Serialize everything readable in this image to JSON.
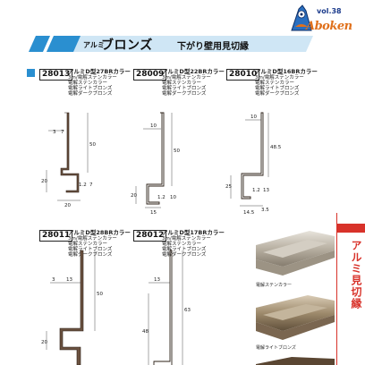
{
  "header": {
    "vol": "vol.38",
    "brand": "Aboken",
    "title_prefix": "アルミ",
    "title_main": "ブロンズ",
    "title_sub": "下がり壁用見切縁"
  },
  "sidebar": {
    "label": "アルミ見切縁"
  },
  "colors": {
    "accent_red": "#d8322a",
    "banner_blue": "#2a8fd0",
    "bronze": "#6b5240"
  },
  "products": [
    {
      "code": "28013",
      "type": "アルミD型27BRカラー",
      "specs": [
        "3m/電解ステンカラー",
        "電解ステンカラー",
        "電解ライトブロンズ",
        "電解ダークブロンズ"
      ],
      "dims": [
        "3",
        "7",
        "50",
        "20",
        "1.2",
        "7",
        "20"
      ]
    },
    {
      "code": "28009",
      "type": "アルミD型22BRカラー",
      "specs": [
        "3m/電解ステンカラー",
        "電解ステンカラー",
        "電解ライトブロンズ",
        "電解ダークブロンズ"
      ],
      "dims": [
        "10",
        "50",
        "20",
        "1.2",
        "10",
        "15"
      ]
    },
    {
      "code": "28010",
      "type": "アルミD型16BRカラー",
      "specs": [
        "3m/電解ステンカラー",
        "電解ステンカラー",
        "電解ライトブロンズ",
        "電解ダークブロンズ"
      ],
      "dims": [
        "10",
        "48.5",
        "25",
        "1.2",
        "13",
        "3.5",
        "14.5"
      ]
    },
    {
      "code": "28011",
      "type": "アルミD型28BRカラー",
      "specs": [
        "3m/電解ステンカラー",
        "電解ステンカラー",
        "電解ライトブロンズ",
        "電解ダークブロンズ"
      ],
      "dims": [
        "3",
        "13",
        "50",
        "20"
      ]
    },
    {
      "code": "28012",
      "type": "アルミD型17BRカラー",
      "specs": [
        "3m/電解ステンカラー",
        "電解ステンカラー",
        "電解ライトブロンズ",
        "電解ダークブロンズ"
      ],
      "dims": [
        "13",
        "48",
        "63"
      ]
    }
  ],
  "photos": [
    {
      "caption": "電解ステンカラー"
    },
    {
      "caption": "電解ライトブロンズ"
    }
  ]
}
